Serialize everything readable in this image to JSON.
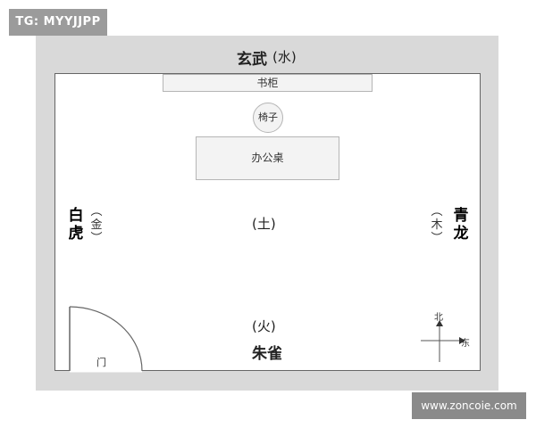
{
  "badge": {
    "text": "TG: MYYJJPP"
  },
  "watermark": {
    "text": "www.zoncoie.com"
  },
  "directions": {
    "north": {
      "name": "玄武",
      "element": "(水)"
    },
    "south": {
      "name": "朱雀",
      "element": "(火)"
    },
    "west": {
      "name_chars": [
        "白",
        "虎"
      ],
      "element": "金"
    },
    "east": {
      "name_chars": [
        "青",
        "龙"
      ],
      "element": "木"
    },
    "center": {
      "element": "(土)"
    }
  },
  "furniture": {
    "bookcase": "书柜",
    "chair": "椅子",
    "desk": "办公桌",
    "door": "门"
  },
  "compass": {
    "north": "北",
    "east": "东"
  }
}
